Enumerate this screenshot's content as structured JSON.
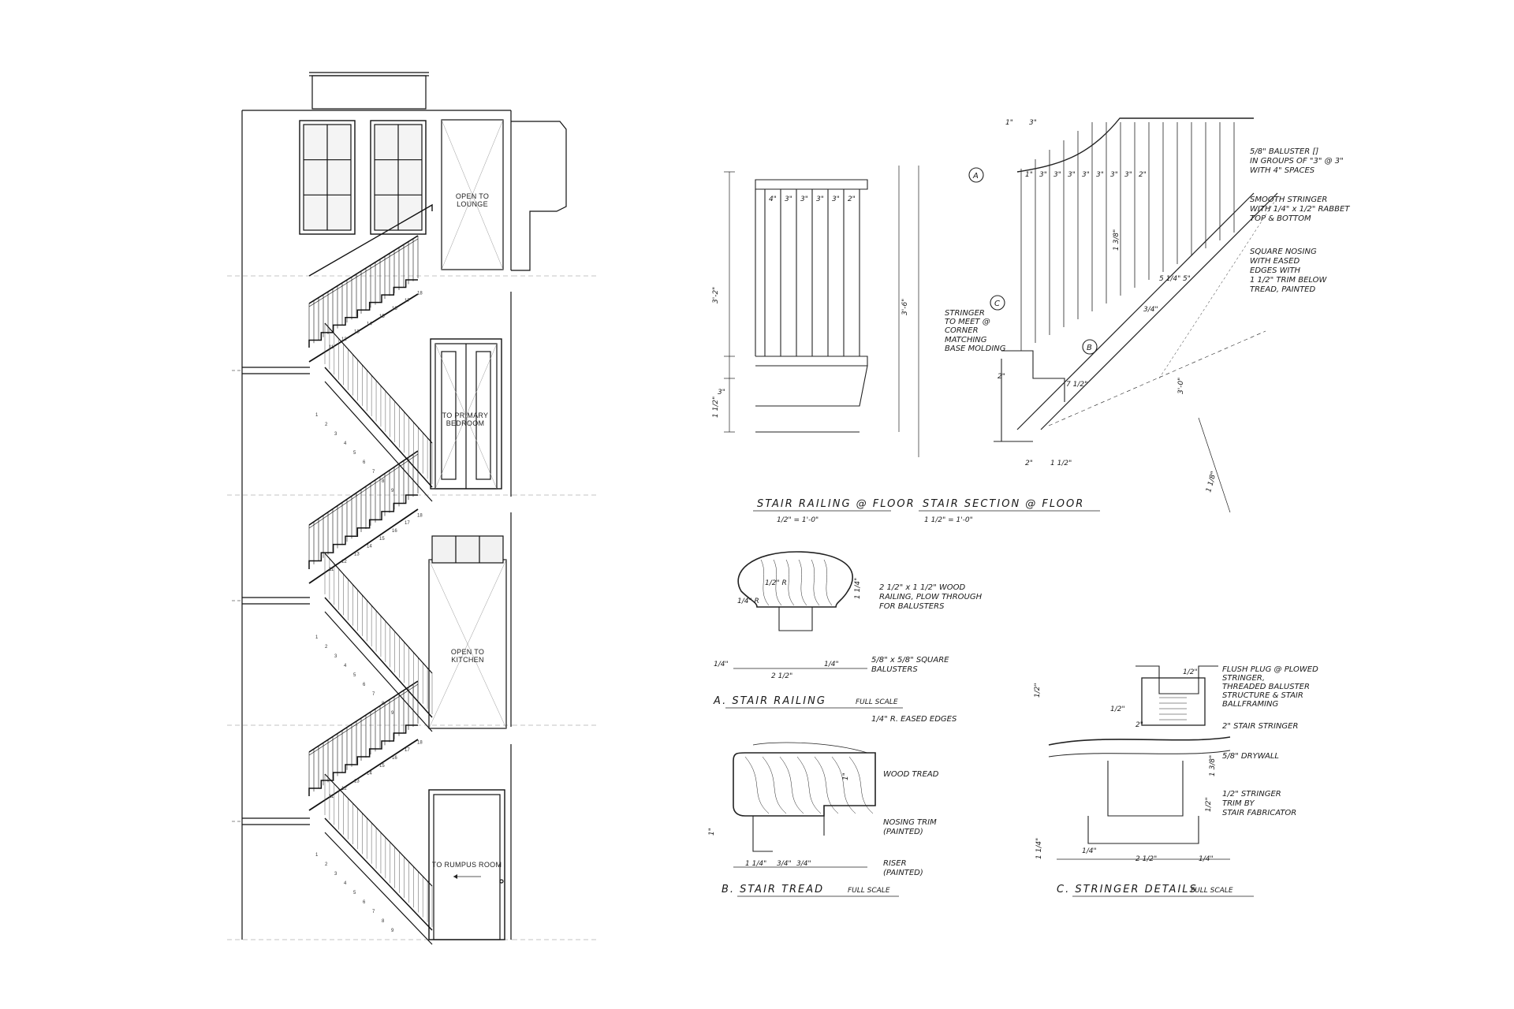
{
  "elevation": {
    "door_labels": [
      {
        "id": "lounge",
        "lines": [
          "OPEN TO",
          "LOUNGE"
        ]
      },
      {
        "id": "primary-bedroom",
        "lines": [
          "TO PRIMARY",
          "BEDROOM"
        ]
      },
      {
        "id": "kitchen",
        "lines": [
          "OPEN TO",
          "KITCHEN"
        ]
      },
      {
        "id": "rumpus",
        "lines": [
          "TO RUMPUS ROOM"
        ]
      }
    ],
    "step_numbers": [
      "1",
      "2",
      "3",
      "4",
      "5",
      "6",
      "7",
      "8",
      "9",
      "10",
      "11",
      "12",
      "13",
      "14",
      "15",
      "16",
      "17",
      "18"
    ]
  },
  "railing_at_floor": {
    "title": "STAIR RAILING @ FLOOR",
    "scale": "1/2\" = 1'-0\"",
    "dims": {
      "h1": "3'-2\"",
      "d1": "3\"",
      "d2": "1 1/2\"",
      "spacing": [
        "4\"",
        "3\"",
        "3\"",
        "3\"",
        "3\"",
        "2\""
      ]
    }
  },
  "stair_section": {
    "title": "STAIR SECTION @ FLOOR",
    "scale": "1 1/2\" = 1'-0\"",
    "marker_a": "A",
    "marker_b": "B",
    "marker_c": "C",
    "dims": {
      "height": "3'-6\"",
      "rail_to_nose": "3'-0\"",
      "stringer": "1 1/8\"",
      "top": [
        "1\"",
        "3\""
      ],
      "spacing": [
        "1\"",
        "3\"",
        "3\"",
        "3\"",
        "3\"",
        "3\"",
        "3\"",
        "3\"",
        "2\""
      ],
      "rise": [
        "5 1/4\"",
        "5\""
      ],
      "run": "2\"",
      "gap": "2\"",
      "depth": "1 1/2\"",
      "misc": [
        "7 1/2\"",
        "3/4\"",
        "1 3/8\""
      ]
    },
    "notes": [
      {
        "id": "balusters",
        "lines": [
          "5/8\" BALUSTER []",
          "IN GROUPS OF \"3\" @ 3\"",
          "WITH 4\" SPACES"
        ]
      },
      {
        "id": "stringer",
        "lines": [
          "SMOOTH STRINGER",
          "WITH 1/4\" x 1/2\" RABBET",
          "TOP & BOTTOM"
        ]
      },
      {
        "id": "nosing",
        "lines": [
          "SQUARE NOSING",
          "WITH EASED",
          "EDGES WITH",
          "1 1/2\" TRIM BELOW",
          "TREAD, PAINTED"
        ]
      },
      {
        "id": "stringer-corner",
        "lines": [
          "STRINGER",
          "TO MEET @",
          "CORNER"
        ]
      },
      {
        "id": "base",
        "lines": [
          "MATCHING",
          "BASE MOLDING"
        ]
      }
    ]
  },
  "detail_a": {
    "title": "A.  STAIR RAILING",
    "scale": "FULL SCALE",
    "notes": [
      {
        "id": "wood-railing",
        "lines": [
          "2 1/2\" x 1 1/2\" WOOD",
          "RAILING, PLOW THROUGH",
          "FOR BALUSTERS"
        ]
      },
      {
        "id": "balusters",
        "lines": [
          "5/8\" x 5/8\" SQUARE",
          "BALUSTERS"
        ]
      }
    ],
    "dims": {
      "top_r": "1/2\" R",
      "side_r": "1/4\" R",
      "height": "1 1/4\"",
      "left": "1/4\"",
      "width": "2 1/2\"",
      "right": "1/4\""
    }
  },
  "detail_b": {
    "title": "B.  STAIR TREAD",
    "scale": "FULL SCALE",
    "notes": [
      {
        "id": "eased-edges",
        "lines": [
          "1/4\" R. EASED EDGES"
        ]
      },
      {
        "id": "wood-tread",
        "lines": [
          "WOOD TREAD"
        ]
      },
      {
        "id": "nosing-trim",
        "lines": [
          "NOSING TRIM",
          "(PAINTED)"
        ]
      },
      {
        "id": "riser",
        "lines": [
          "RISER",
          "(PAINTED)"
        ]
      }
    ],
    "dims": {
      "height": "1\"",
      "left": "1 1/4\"",
      "mid": "3/4\"",
      "right": "3/4\"",
      "tread": "1\""
    }
  },
  "detail_c": {
    "title": "C.  STRINGER DETAILS",
    "scale": "FULL SCALE",
    "notes": [
      {
        "id": "flush-plug",
        "lines": [
          "FLUSH PLUG @ PLOWED",
          "STRINGER,",
          "THREADED BALUSTER",
          "STRUCTURE & STAIR",
          "BALLFRAMING"
        ]
      },
      {
        "id": "stair-stringer",
        "lines": [
          "2\" STAIR STRINGER"
        ]
      },
      {
        "id": "drywall",
        "lines": [
          "5/8\" DRYWALL"
        ]
      },
      {
        "id": "stringer-trim",
        "lines": [
          "1/2\" STRINGER",
          "TRIM BY",
          "STAIR FABRICATOR"
        ]
      }
    ],
    "dims": {
      "top": "1/2\"",
      "mid": "2\"",
      "right": "1/2\"",
      "height": "1 3/8\"",
      "low": "1 1/4\"",
      "bottom_l": "1/4\"",
      "bottom": "2 1/2\"",
      "bottom_r": "1/4\"",
      "left_h": "1/2\"",
      "r2": "1/2\""
    }
  }
}
